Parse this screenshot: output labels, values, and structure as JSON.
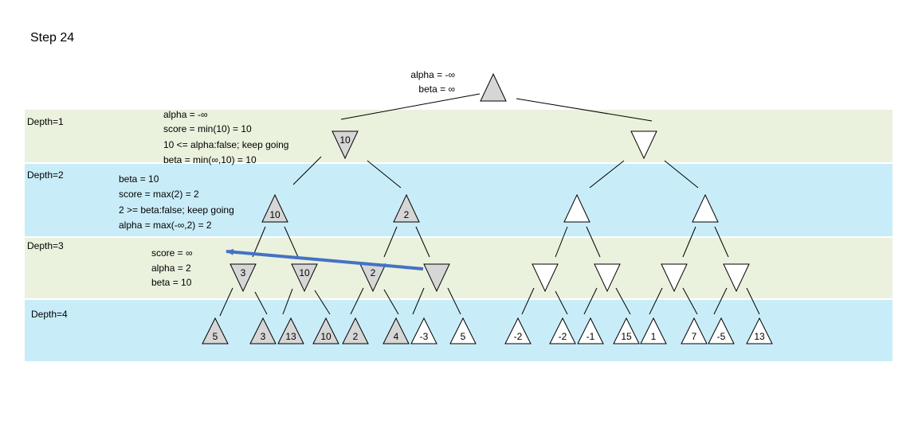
{
  "step_title": "Step 24",
  "depth_labels": [
    "Depth=1",
    "Depth=2",
    "Depth=3",
    "Depth=4"
  ],
  "root_annotation": [
    "alpha = -∞",
    "beta = ∞"
  ],
  "depth1_annotation": [
    "alpha = -∞",
    "score = min(10) = 10",
    "10 <= alpha:false; keep going",
    "beta = min(∞,10) = 10"
  ],
  "depth2_annotation": [
    "beta = 10",
    "score = max(2) = 2",
    "2 >= beta:false; keep going",
    "alpha = max(-∞,2) = 2"
  ],
  "depth3_annotation": [
    "score = ∞",
    "alpha = 2",
    "beta = 10"
  ],
  "colors": {
    "band_green": "#eaf1dd",
    "band_blue": "#c9edf8",
    "visited_node": "#d6d6d6",
    "unvisited_node": "#ffffff",
    "arrow": "#4472c4"
  },
  "tree": {
    "root": {
      "type": "max",
      "label": "",
      "visited": true
    },
    "depth1": [
      {
        "type": "min",
        "label": "10",
        "visited": true
      },
      {
        "type": "min",
        "label": "",
        "visited": false
      }
    ],
    "depth2": [
      {
        "type": "max",
        "label": "10",
        "visited": true
      },
      {
        "type": "max",
        "label": "2",
        "visited": true
      },
      {
        "type": "max",
        "label": "",
        "visited": false
      },
      {
        "type": "max",
        "label": "",
        "visited": false
      }
    ],
    "depth3": [
      {
        "type": "min",
        "label": "3",
        "visited": true
      },
      {
        "type": "min",
        "label": "10",
        "visited": true
      },
      {
        "type": "min",
        "label": "2",
        "visited": true
      },
      {
        "type": "min",
        "label": "",
        "visited": true
      },
      {
        "type": "min",
        "label": "",
        "visited": false
      },
      {
        "type": "min",
        "label": "",
        "visited": false
      },
      {
        "type": "min",
        "label": "",
        "visited": false
      },
      {
        "type": "min",
        "label": "",
        "visited": false
      }
    ],
    "leaves": [
      {
        "label": "5",
        "visited": true
      },
      {
        "label": "3",
        "visited": true
      },
      {
        "label": "13",
        "visited": true
      },
      {
        "label": "10",
        "visited": true
      },
      {
        "label": "2",
        "visited": true
      },
      {
        "label": "4",
        "visited": true
      },
      {
        "label": "-3",
        "visited": false
      },
      {
        "label": "5",
        "visited": false
      },
      {
        "label": "-2",
        "visited": false
      },
      {
        "label": "-2",
        "visited": false
      },
      {
        "label": "-1",
        "visited": false
      },
      {
        "label": "15",
        "visited": false
      },
      {
        "label": "1",
        "visited": false
      },
      {
        "label": "7",
        "visited": false
      },
      {
        "label": "-5",
        "visited": false
      },
      {
        "label": "13",
        "visited": false
      }
    ]
  }
}
